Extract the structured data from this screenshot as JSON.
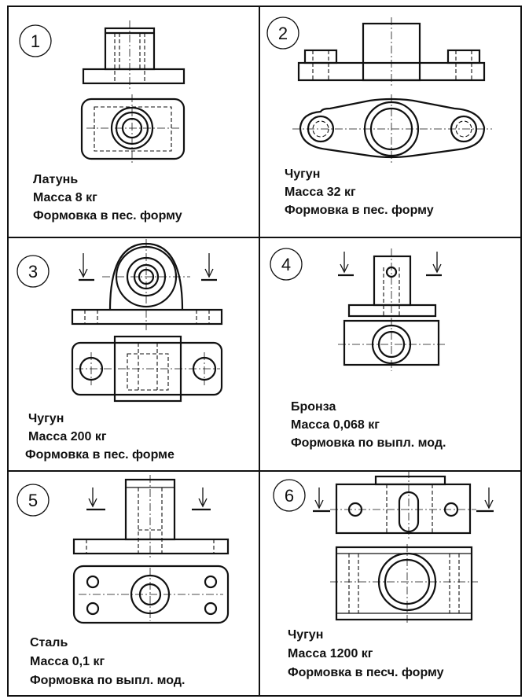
{
  "cells": [
    {
      "number": "1",
      "material": "Латунь",
      "mass": "Масса 8 кг",
      "molding": "Формовка в пес. форму"
    },
    {
      "number": "2",
      "material": "Чугун",
      "mass": "Масса 32 кг",
      "molding": "Формовка в пес. форму"
    },
    {
      "number": "3",
      "material": "Чугун",
      "mass": "Масса 200 кг",
      "molding": "Формовка в пес. форме"
    },
    {
      "number": "4",
      "material": "Бронза",
      "mass": "Масса 0,068 кг",
      "molding": "Формовка по выпл. мод."
    },
    {
      "number": "5",
      "material": "Сталь",
      "mass": "Масса 0,1 кг",
      "molding": "Формовка по выпл. мод."
    },
    {
      "number": "6",
      "material": "Чугун",
      "mass": "Масса 1200 кг",
      "molding": "Формовка в песч. форму"
    }
  ]
}
